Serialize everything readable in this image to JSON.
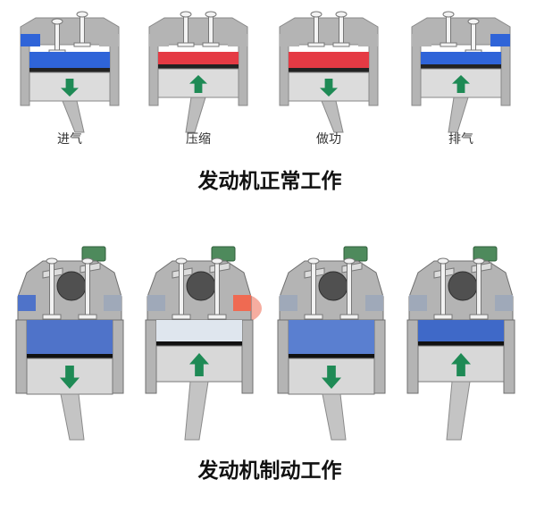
{
  "normal": {
    "caption": "发动机正常工作",
    "strokes": [
      {
        "label": "进气",
        "chamber": "#2f64d8",
        "arrow": "down",
        "intake_open": true,
        "exhaust_open": false
      },
      {
        "label": "压缩",
        "chamber": "#e53a44",
        "arrow": "up",
        "intake_open": false,
        "exhaust_open": false
      },
      {
        "label": "做功",
        "chamber": "#e53a44",
        "arrow": "down",
        "intake_open": false,
        "exhaust_open": false
      },
      {
        "label": "排气",
        "chamber": "#2f64d8",
        "arrow": "up",
        "intake_open": false,
        "exhaust_open": true
      }
    ]
  },
  "braking": {
    "caption": "发动机制动工作",
    "strokes": [
      {
        "chamber": "#4f73c9",
        "arrow": "down",
        "hot": false
      },
      {
        "chamber": "#dfe6ee",
        "arrow": "up",
        "hot": true
      },
      {
        "chamber": "#5a7fd0",
        "arrow": "down",
        "hot": false
      },
      {
        "chamber": "#3f69c8",
        "arrow": "up",
        "hot": false
      }
    ]
  },
  "colors": {
    "metal": "#b4b4b4",
    "metal_dark": "#555555",
    "arrow": "#1e8a55",
    "actuator": "#4e8a5c",
    "hot": "#ef6a52"
  }
}
